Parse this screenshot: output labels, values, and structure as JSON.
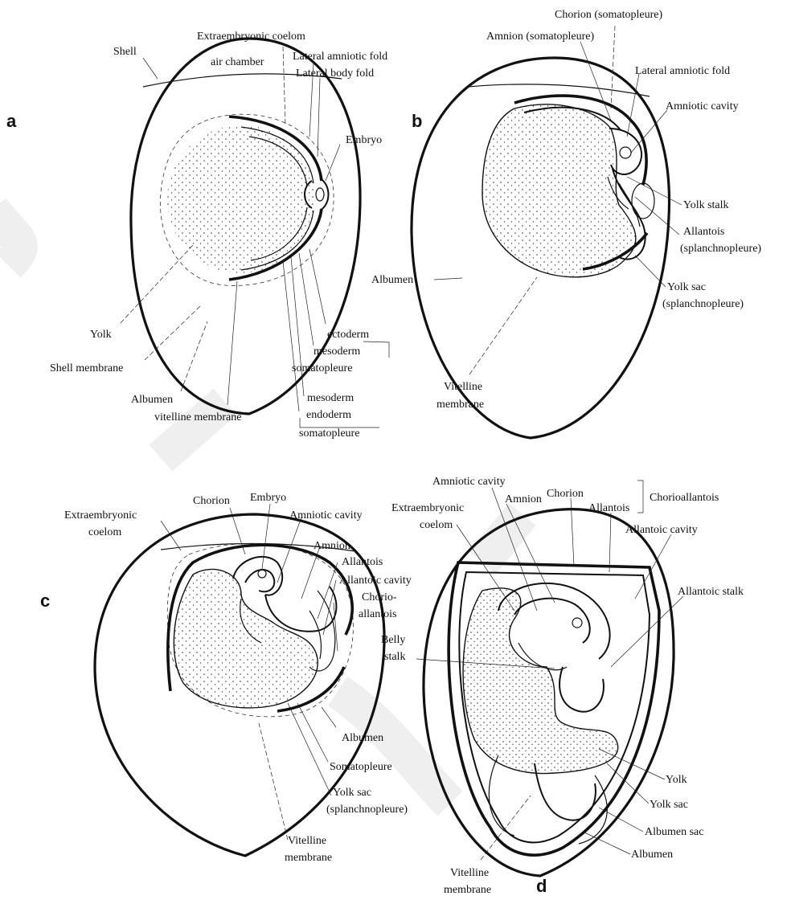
{
  "panels": {
    "a": {
      "letter": "a",
      "labels": {
        "shell": "Shell",
        "extraembryonic_coelom": "Extraembryonic coelom",
        "air_chamber": "air chamber",
        "lateral_amniotic_fold": "Lateral amniotic fold",
        "lateral_body_fold": "Lateral body fold",
        "embryo": "Embryo",
        "yolk": "Yolk",
        "shell_membrane": "Shell membrane",
        "albumen": "Albumen",
        "vitelline_membrane": "vitelline membrane",
        "ectoderm": "ectoderm",
        "mesoderm_1": "mesoderm",
        "somatopleure_1": "somatopleure",
        "mesoderm_2": "mesoderm",
        "endoderm": "endoderm",
        "somatopleure_2": "somatopleure"
      }
    },
    "b": {
      "letter": "b",
      "labels": {
        "chorion": "Chorion (somatopleure)",
        "amnion": "Amnion (somatopleure)",
        "lateral_amniotic_fold": "Lateral amniotic fold",
        "amniotic_cavity": "Amniotic cavity",
        "yolk_stalk": "Yolk stalk",
        "allantois_1": "Allantois",
        "allantois_2": "(splanchnopleure)",
        "albumen": "Albumen",
        "yolk_sac_1": "Yolk sac",
        "yolk_sac_2": "(splanchnopleure)",
        "vitelline_1": "Vitelline",
        "vitelline_2": "membrane"
      }
    },
    "c": {
      "letter": "c",
      "labels": {
        "extraembryonic_1": "Extraembryonic",
        "extraembryonic_2": "coelom",
        "chorion": "Chorion",
        "embryo": "Embryo",
        "amniotic_cavity": "Amniotic cavity",
        "amnion": "Amnion",
        "allantois": "Allantois",
        "allantoic_cavity": "Allantoic cavity",
        "chorioallantois_1": "Chorio-",
        "chorioallantois_2": "allantois",
        "albumen": "Albumen",
        "somatopleure": "Somatopleure",
        "yolk_sac_1": "Yolk sac",
        "yolk_sac_2": "(splanchnopleure)",
        "vitelline_1": "Vitelline",
        "vitelline_2": "membrane"
      }
    },
    "d": {
      "letter": "d",
      "labels": {
        "amniotic_cavity": "Amniotic cavity",
        "extraembryonic_1": "Extraembryonic",
        "extraembryonic_2": "coelom",
        "amnion": "Amnion",
        "chorion": "Chorion",
        "allantois": "Allantois",
        "chorioallantois": "Chorioallantois",
        "allantoic_cavity": "Allantoic cavity",
        "allantoic_stalk": "Allantoic stalk",
        "belly_stalk_1": "Belly",
        "belly_stalk_2": "stalk",
        "yolk": "Yolk",
        "yolk_sac": "Yolk sac",
        "albumen_sac": "Albumen sac",
        "albumen": "Albumen",
        "vitelline_1": "Vitelline",
        "vitelline_2": "membrane"
      }
    }
  }
}
